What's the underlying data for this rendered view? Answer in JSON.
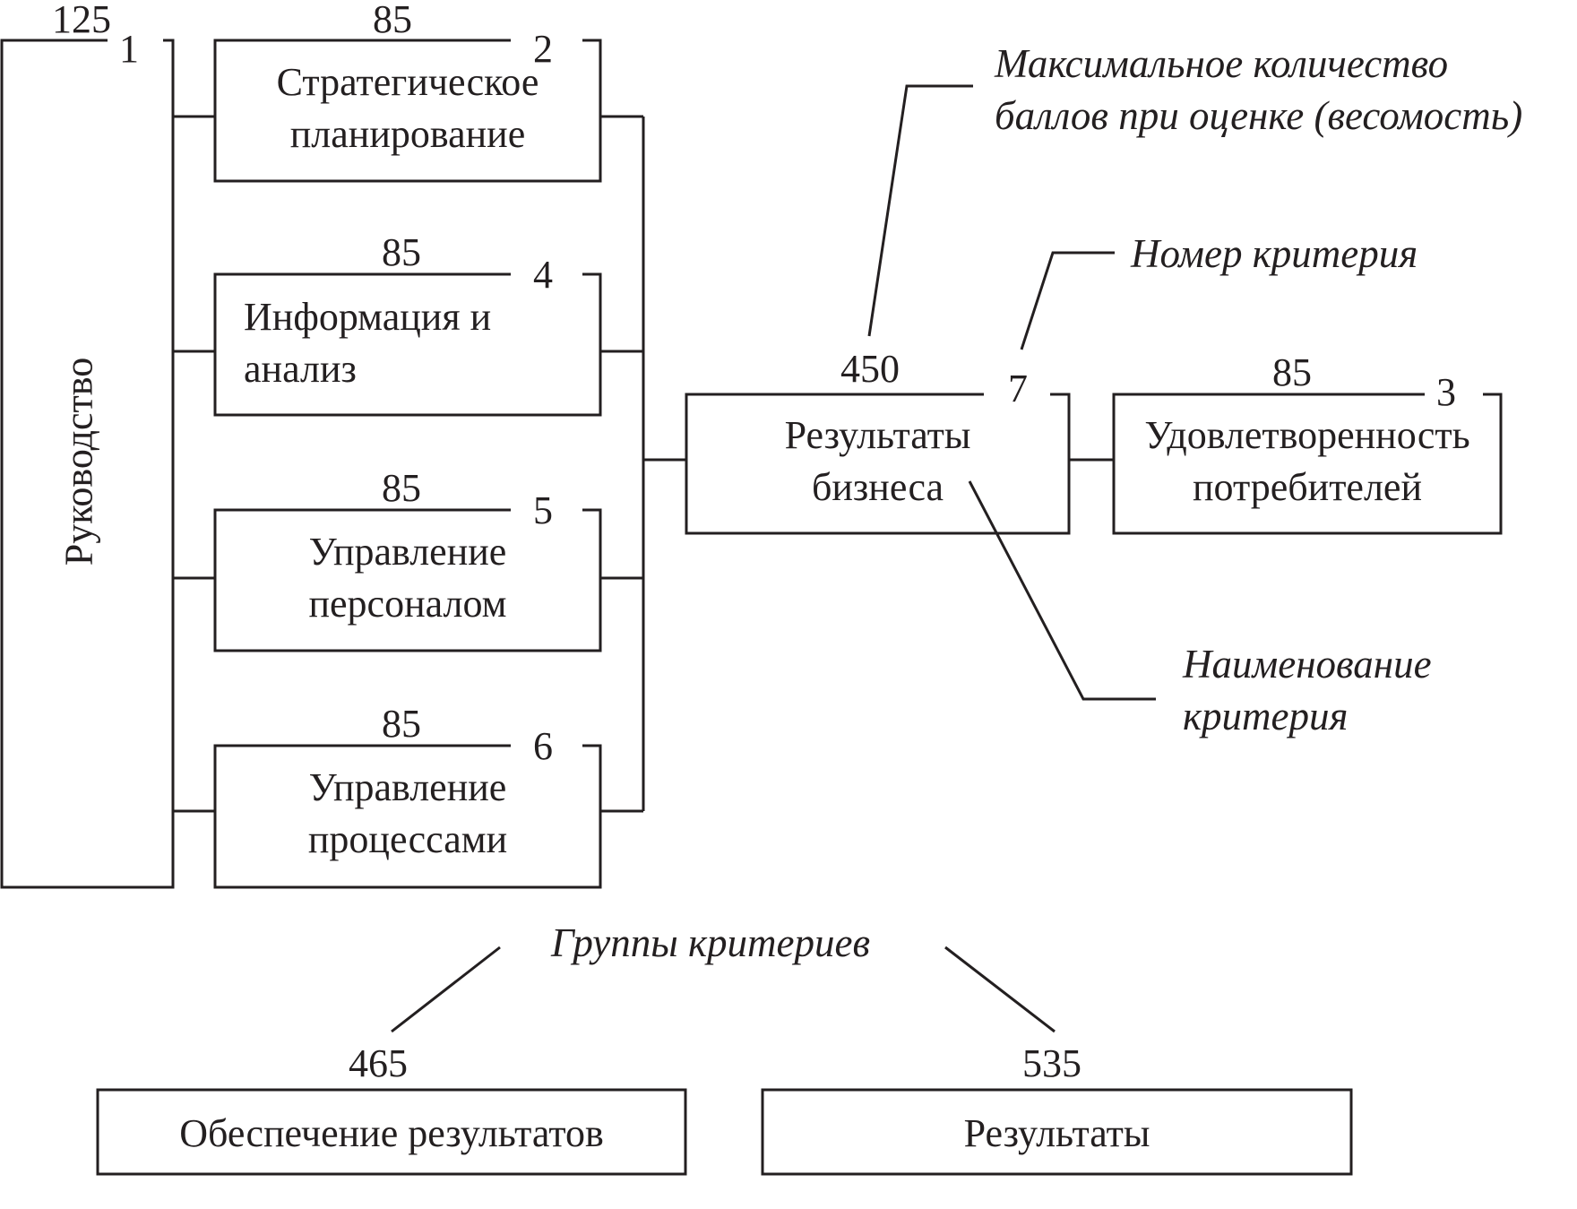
{
  "leadership": {
    "label": "Руководство",
    "weight": "125",
    "number": "1"
  },
  "boxes": {
    "strategic": {
      "line1": "Стратегическое",
      "line2": "планирование",
      "weight": "85",
      "number": "2"
    },
    "info": {
      "line1": "Информация и",
      "line2": "анализ",
      "weight": "85",
      "number": "4"
    },
    "personnel": {
      "line1": "Управление",
      "line2": "персоналом",
      "weight": "85",
      "number": "5"
    },
    "process": {
      "line1": "Управление",
      "line2": "процессами",
      "weight": "85",
      "number": "6"
    },
    "business": {
      "line1": "Результаты",
      "line2": "бизнеса",
      "weight": "450",
      "number": "7"
    },
    "customer": {
      "line1": "Удовлетворенность",
      "line2": "потребителей",
      "weight": "85",
      "number": "3"
    }
  },
  "annotations": {
    "max_points_line1": "Максимальное количество",
    "max_points_line2": "баллов при оценке (весомость)",
    "criterion_number": "Номер критерия",
    "criterion_name_line1": "Наименование",
    "criterion_name_line2": "критерия",
    "groups": "Группы критериев"
  },
  "groups": {
    "enablers": {
      "label": "Обеспечение результатов",
      "weight": "465"
    },
    "results": {
      "label": "Результаты",
      "weight": "535"
    }
  }
}
